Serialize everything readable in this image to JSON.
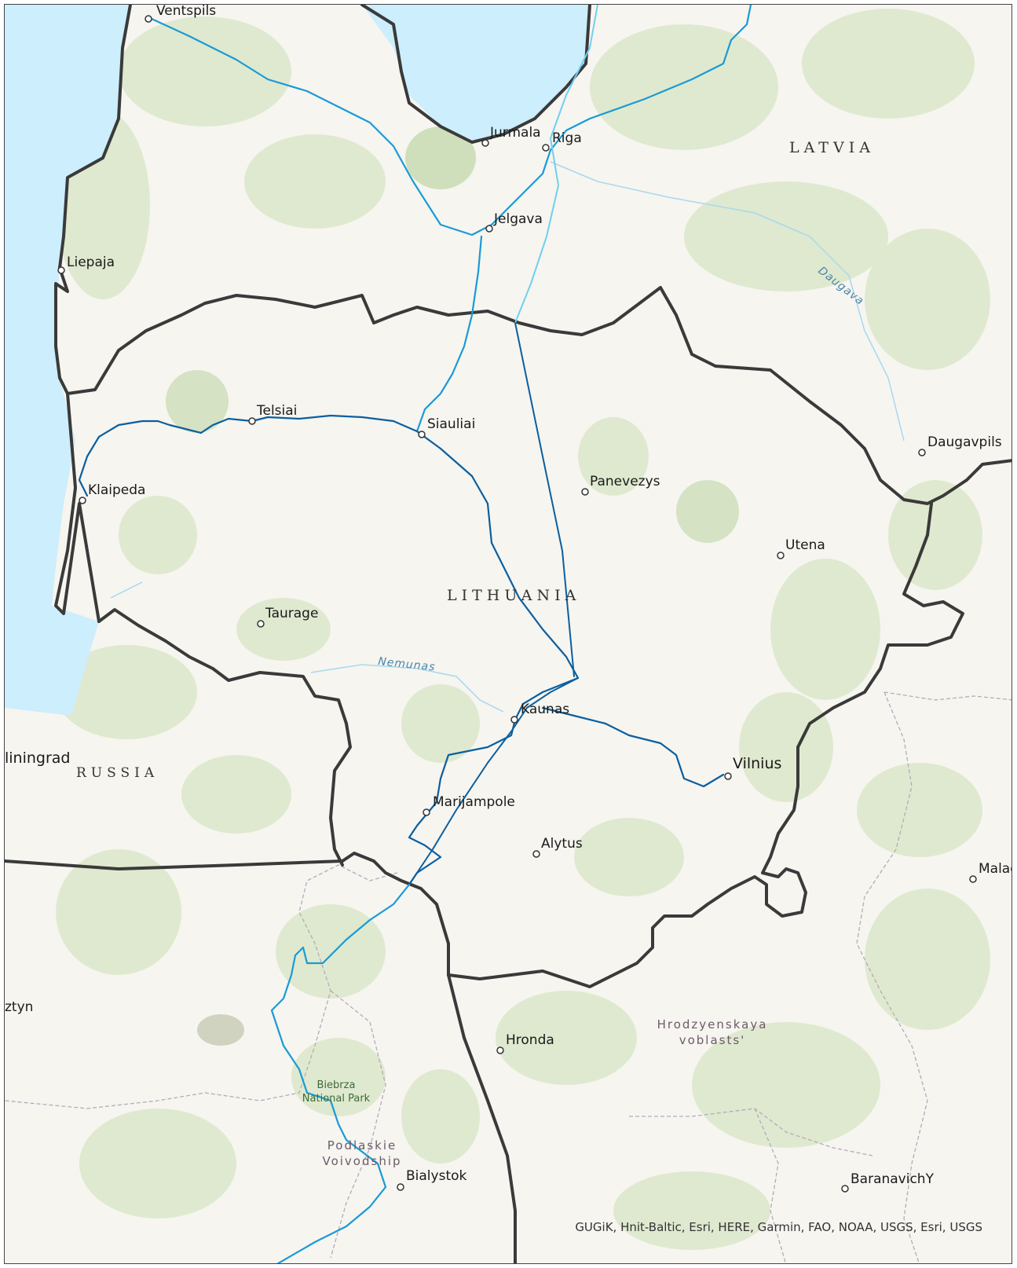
{
  "map": {
    "cities": [
      {
        "name": "Ventspils"
      },
      {
        "name": "Jurmala"
      },
      {
        "name": "Riga"
      },
      {
        "name": "Jelgava"
      },
      {
        "name": "Liepaja"
      },
      {
        "name": "Telsiai"
      },
      {
        "name": "Siauliai"
      },
      {
        "name": "Klaipeda"
      },
      {
        "name": "Panevezys"
      },
      {
        "name": "Utena"
      },
      {
        "name": "Daugavpils"
      },
      {
        "name": "Taurage"
      },
      {
        "name": "Kaunas"
      },
      {
        "name": "Vilnius"
      },
      {
        "name": "Marijampole"
      },
      {
        "name": "Alytus"
      },
      {
        "name": "Hronda"
      },
      {
        "name": "Bialystok"
      },
      {
        "name": "BaranavichY"
      },
      {
        "name": "Malad"
      }
    ],
    "partial_labels": {
      "kaliningrad": "liningrad",
      "olsztyn": "ztyn"
    },
    "countries": {
      "latvia": "LATVIA",
      "lithuania": "LITHUANIA",
      "russia": "RUSSIA"
    },
    "regions": {
      "hrodzyenskaya_1": "Hrodzyenskaya",
      "hrodzyenskaya_2": "voblasts'",
      "podlaskie_1": "Podlaskie",
      "podlaskie_2": "Voivodship"
    },
    "parks": {
      "biebrza_1": "Biebrza",
      "biebrza_2": "National Park"
    },
    "water": {
      "daugava": "Daugava",
      "nemunas": "Nemunas"
    },
    "attribution": "GUGiK, Hnit-Baltic, Esri, HERE, Garmin, FAO, NOAA, USGS, Esri, USGS",
    "colors": {
      "land": "#f6f5f0",
      "sea": "#cdeefc",
      "forest": "#dfe9cf",
      "border": "#3a3a3a",
      "route_dark": "#0b5f9f",
      "route_mid": "#1a9ad6",
      "route_light": "#6fd0ee"
    }
  }
}
